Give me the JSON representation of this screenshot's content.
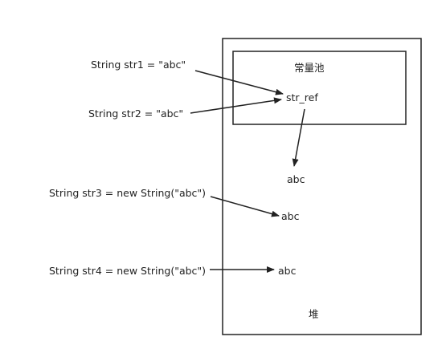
{
  "diagram": {
    "code_lines": [
      "String str1 = \"abc\"",
      "String str2 = \"abc\"",
      "String str3 = new String(\"abc\")",
      "String str4 = new String(\"abc\")"
    ],
    "heap_label": "堆",
    "pool_label": "常量池",
    "pool_ref": "str_ref",
    "heap_values": [
      "abc",
      "abc",
      "abc"
    ]
  },
  "colors": {
    "stroke": "#222222",
    "background": "#ffffff"
  }
}
